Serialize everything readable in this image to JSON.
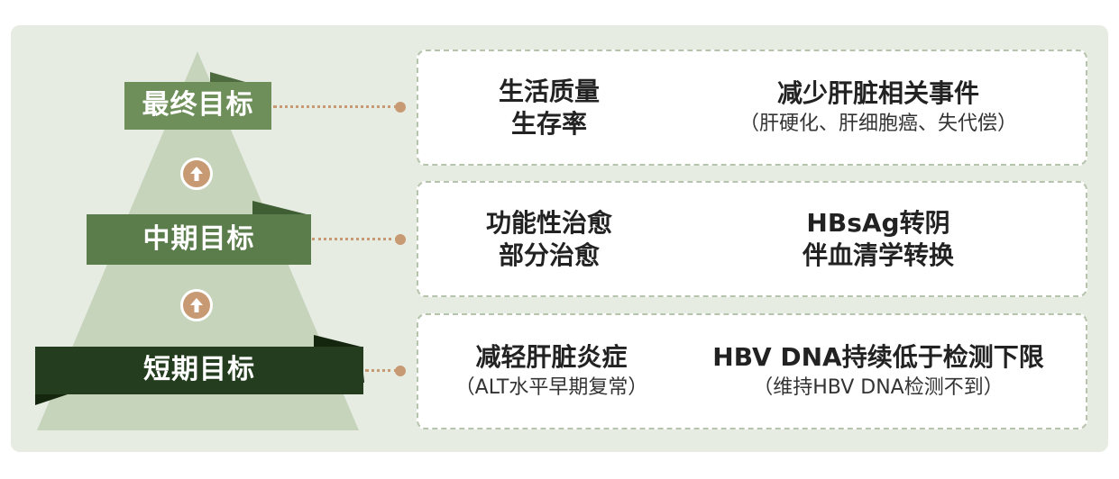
{
  "tiers": [
    {
      "name": "最终目标",
      "left": {
        "lines": [
          "生活质量",
          "生存率"
        ]
      },
      "right": {
        "title": "减少肝脏相关事件",
        "sub": "（肝硬化、肝细胞癌、失代偿）"
      }
    },
    {
      "name": "中期目标",
      "left": {
        "lines": [
          "功能性治愈",
          "部分治愈"
        ]
      },
      "right": {
        "lines": [
          "HBsAg转阴",
          "伴血清学转换"
        ]
      }
    },
    {
      "name": "短期目标",
      "left": {
        "title": "减轻肝脏炎症",
        "sub": "（ALT水平早期复常）"
      },
      "right": {
        "title": "HBV DNA持续低于检测下限",
        "sub": "（维持HBV DNA检测不到）"
      }
    }
  ],
  "colors": {
    "panel_bg": "#e7ece3",
    "pyramid": "#c6d4bc",
    "ribbon_top": "#6f8f5a",
    "ribbon_mid": "#5b7c4b",
    "ribbon_bottom": "#243d1f",
    "accent": "#c89a73",
    "box_border": "#b7c4ad"
  },
  "icons": [
    "up-arrow-icon",
    "up-arrow-icon"
  ]
}
